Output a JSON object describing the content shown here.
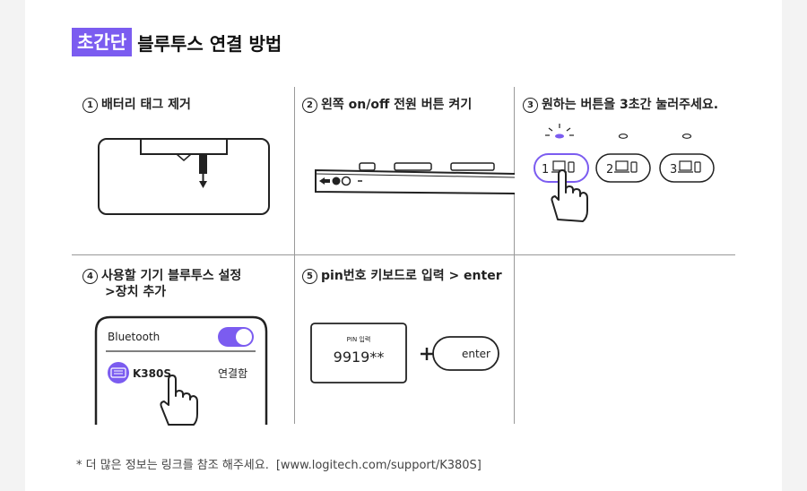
{
  "header": {
    "badge": "초간단",
    "title": "블루투스 연결 방법"
  },
  "steps": [
    {
      "num": "1",
      "lines": [
        "배터리 태그 제거"
      ]
    },
    {
      "num": "2",
      "lines": [
        "왼쪽 on/off 전원 버튼 켜기"
      ]
    },
    {
      "num": "3",
      "lines": [
        "원하는 버튼을 3초간 눌러주세요."
      ]
    },
    {
      "num": "4",
      "lines": [
        "사용할 기기 블루투스 설정",
        ">장치 추가"
      ]
    },
    {
      "num": "5",
      "lines": [
        "pin번호 키보드로 입력 > enter"
      ]
    }
  ],
  "channels": [
    "1",
    "2",
    "3"
  ],
  "phone": {
    "setting_label": "Bluetooth",
    "toggle_on": true,
    "device_name": "K380S",
    "device_status": "연결함"
  },
  "pin": {
    "label": "PIN 입력",
    "code": "9919**",
    "enter_key": "enter"
  },
  "footer": {
    "note": "* 더 많은 정보는 링크를 참조 해주세요.",
    "url": "[www.logitech.com/support/K380S]"
  },
  "colors": {
    "accent": "#7b5cf0",
    "line": "#999999",
    "text": "#222222"
  }
}
